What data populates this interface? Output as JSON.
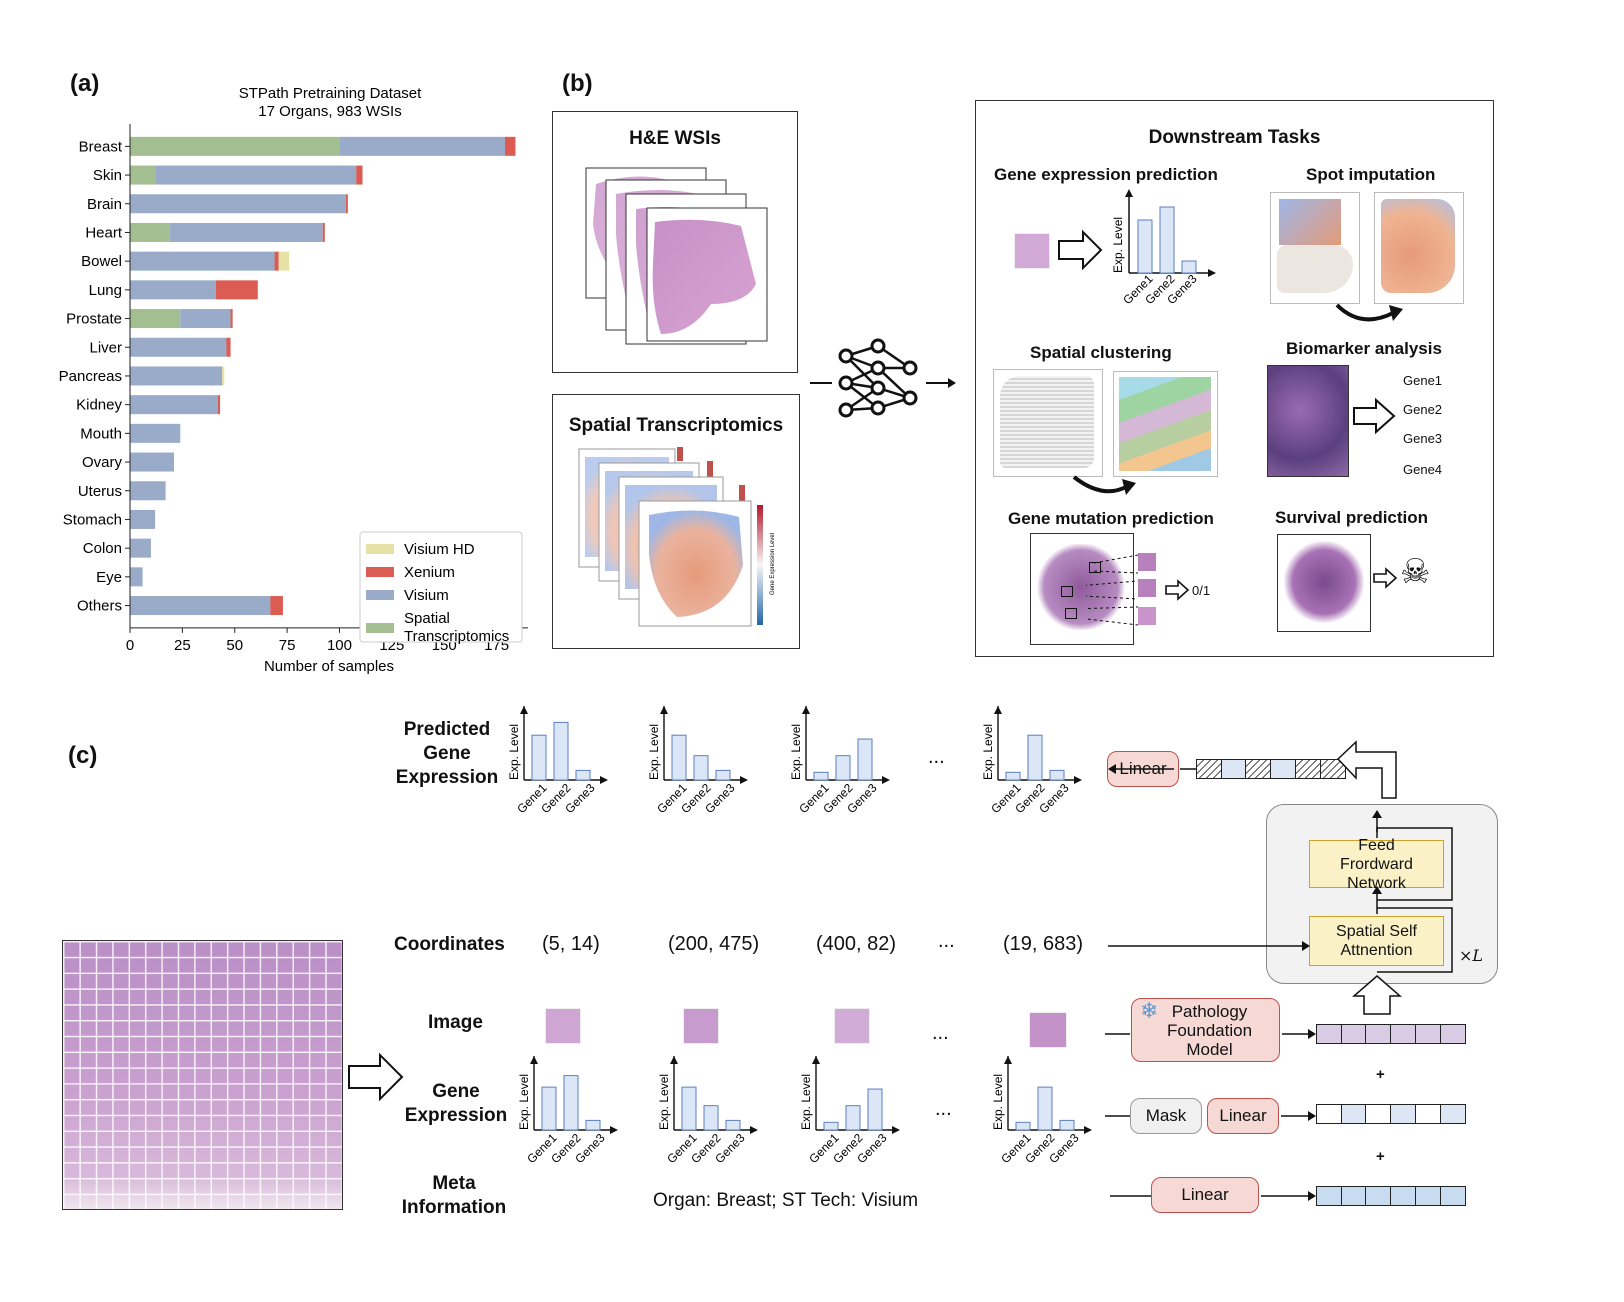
{
  "panel_a": {
    "label": "(a)",
    "chart_data": {
      "type": "bar",
      "orientation": "horizontal",
      "stacked": true,
      "title": "STPath Pretraining Dataset",
      "subtitle": "17 Organs, 983 WSIs",
      "xlabel": "Number of samples",
      "xlim": [
        0,
        190
      ],
      "xticks": [
        0,
        25,
        50,
        75,
        100,
        125,
        150,
        175
      ],
      "legend_position": "lower-right",
      "categories": [
        "Breast",
        "Skin",
        "Brain",
        "Heart",
        "Bowel",
        "Lung",
        "Prostate",
        "Liver",
        "Pancreas",
        "Kidney",
        "Mouth",
        "Ovary",
        "Uterus",
        "Stomach",
        "Colon",
        "Eye",
        "Others"
      ],
      "series": [
        {
          "name": "Spatial Transcriptomics",
          "color": "#a3bf92",
          "values": [
            100,
            12,
            0,
            19,
            0,
            0,
            24,
            0,
            0,
            0,
            0,
            0,
            0,
            0,
            0,
            0,
            0
          ]
        },
        {
          "name": "Visium",
          "color": "#99abc9",
          "values": [
            79,
            96,
            103,
            73,
            69,
            41,
            24,
            46,
            44,
            42,
            24,
            21,
            17,
            12,
            10,
            6,
            67
          ]
        },
        {
          "name": "Xenium",
          "color": "#da5c52",
          "values": [
            5,
            3,
            1,
            1,
            2,
            20,
            1,
            2,
            0,
            1,
            0,
            0,
            0,
            0,
            0,
            0,
            6
          ]
        },
        {
          "name": "Visium HD",
          "color": "#e6e2a7",
          "values": [
            0,
            0,
            0,
            0,
            5,
            0,
            0,
            0,
            1,
            0,
            0,
            0,
            0,
            0,
            0,
            0,
            0
          ]
        }
      ],
      "legend_order": [
        "Visium HD",
        "Xenium",
        "Visium",
        "Spatial Transcriptomics"
      ],
      "legend_lines": {
        "Visium HD": [
          "Visium HD"
        ],
        "Xenium": [
          "Xenium"
        ],
        "Visium": [
          "Visium"
        ],
        "Spatial Transcriptomics": [
          "Spatial",
          "Transcriptomics"
        ]
      }
    }
  },
  "panel_b": {
    "label": "(b)",
    "he_title": "H&E WSIs",
    "st_title": "Spatial Transcriptomics",
    "downstream": {
      "title": "Downstream Tasks",
      "tasks": {
        "gene_expression": "Gene expression prediction",
        "spot_imputation": "Spot imputation",
        "spatial_clustering": "Spatial clustering",
        "biomarker": "Biomarker analysis",
        "mutation": "Gene mutation prediction",
        "survival": "Survival prediction"
      },
      "biomarker_genes": [
        "Gene1",
        "Gene2",
        "Gene3",
        "Gene4"
      ],
      "mutation_output": "0/1",
      "exp_axis": "Exp. Level",
      "genes": [
        "Gene1",
        "Gene2",
        "Gene3"
      ]
    },
    "colorbar_label": "Gene Expression Level"
  },
  "panel_c": {
    "label": "(c)",
    "rows": {
      "predicted": [
        "Predicted",
        "Gene",
        "Expression"
      ],
      "coordinates": "Coordinates",
      "image": "Image",
      "gene_expression": [
        "Gene",
        "Expression"
      ],
      "meta": [
        "Meta",
        "Information"
      ]
    },
    "coords": [
      "(5, 14)",
      "(200, 475)",
      "(400, 82)",
      "(19, 683)"
    ],
    "ellipsis": "...",
    "meta_text": "Organ: Breast; ST Tech: Visium",
    "exp_axis": "Exp. Level",
    "genes": [
      "Gene1",
      "Gene2",
      "Gene3"
    ],
    "predicted_bars": [
      [
        0.7,
        0.9,
        0.15
      ],
      [
        0.7,
        0.38,
        0.15
      ],
      [
        0.12,
        0.38,
        0.64
      ],
      [
        0.12,
        0.7,
        0.15
      ]
    ],
    "input_bars": [
      [
        0.67,
        0.85,
        0.15
      ],
      [
        0.67,
        0.38,
        0.15
      ],
      [
        0.12,
        0.38,
        0.64
      ],
      [
        0.12,
        0.67,
        0.15
      ]
    ],
    "modules": {
      "linear_out": "Linear",
      "ffn": "Feed Frordward Network",
      "attention": "Spatial Self Attnention",
      "repeat": "×L",
      "foundation": "Pathology Foundation Model",
      "mask": "Mask",
      "linear_gene": "Linear",
      "linear_meta": "Linear",
      "plus": "+"
    },
    "colors": {
      "linear_fill": "#f6d8d4",
      "ffn_fill": "#fbf1c7",
      "token_purple": "#d9cde6",
      "token_blue": "#dce6f5",
      "token_meta": "#c7dcef"
    }
  }
}
